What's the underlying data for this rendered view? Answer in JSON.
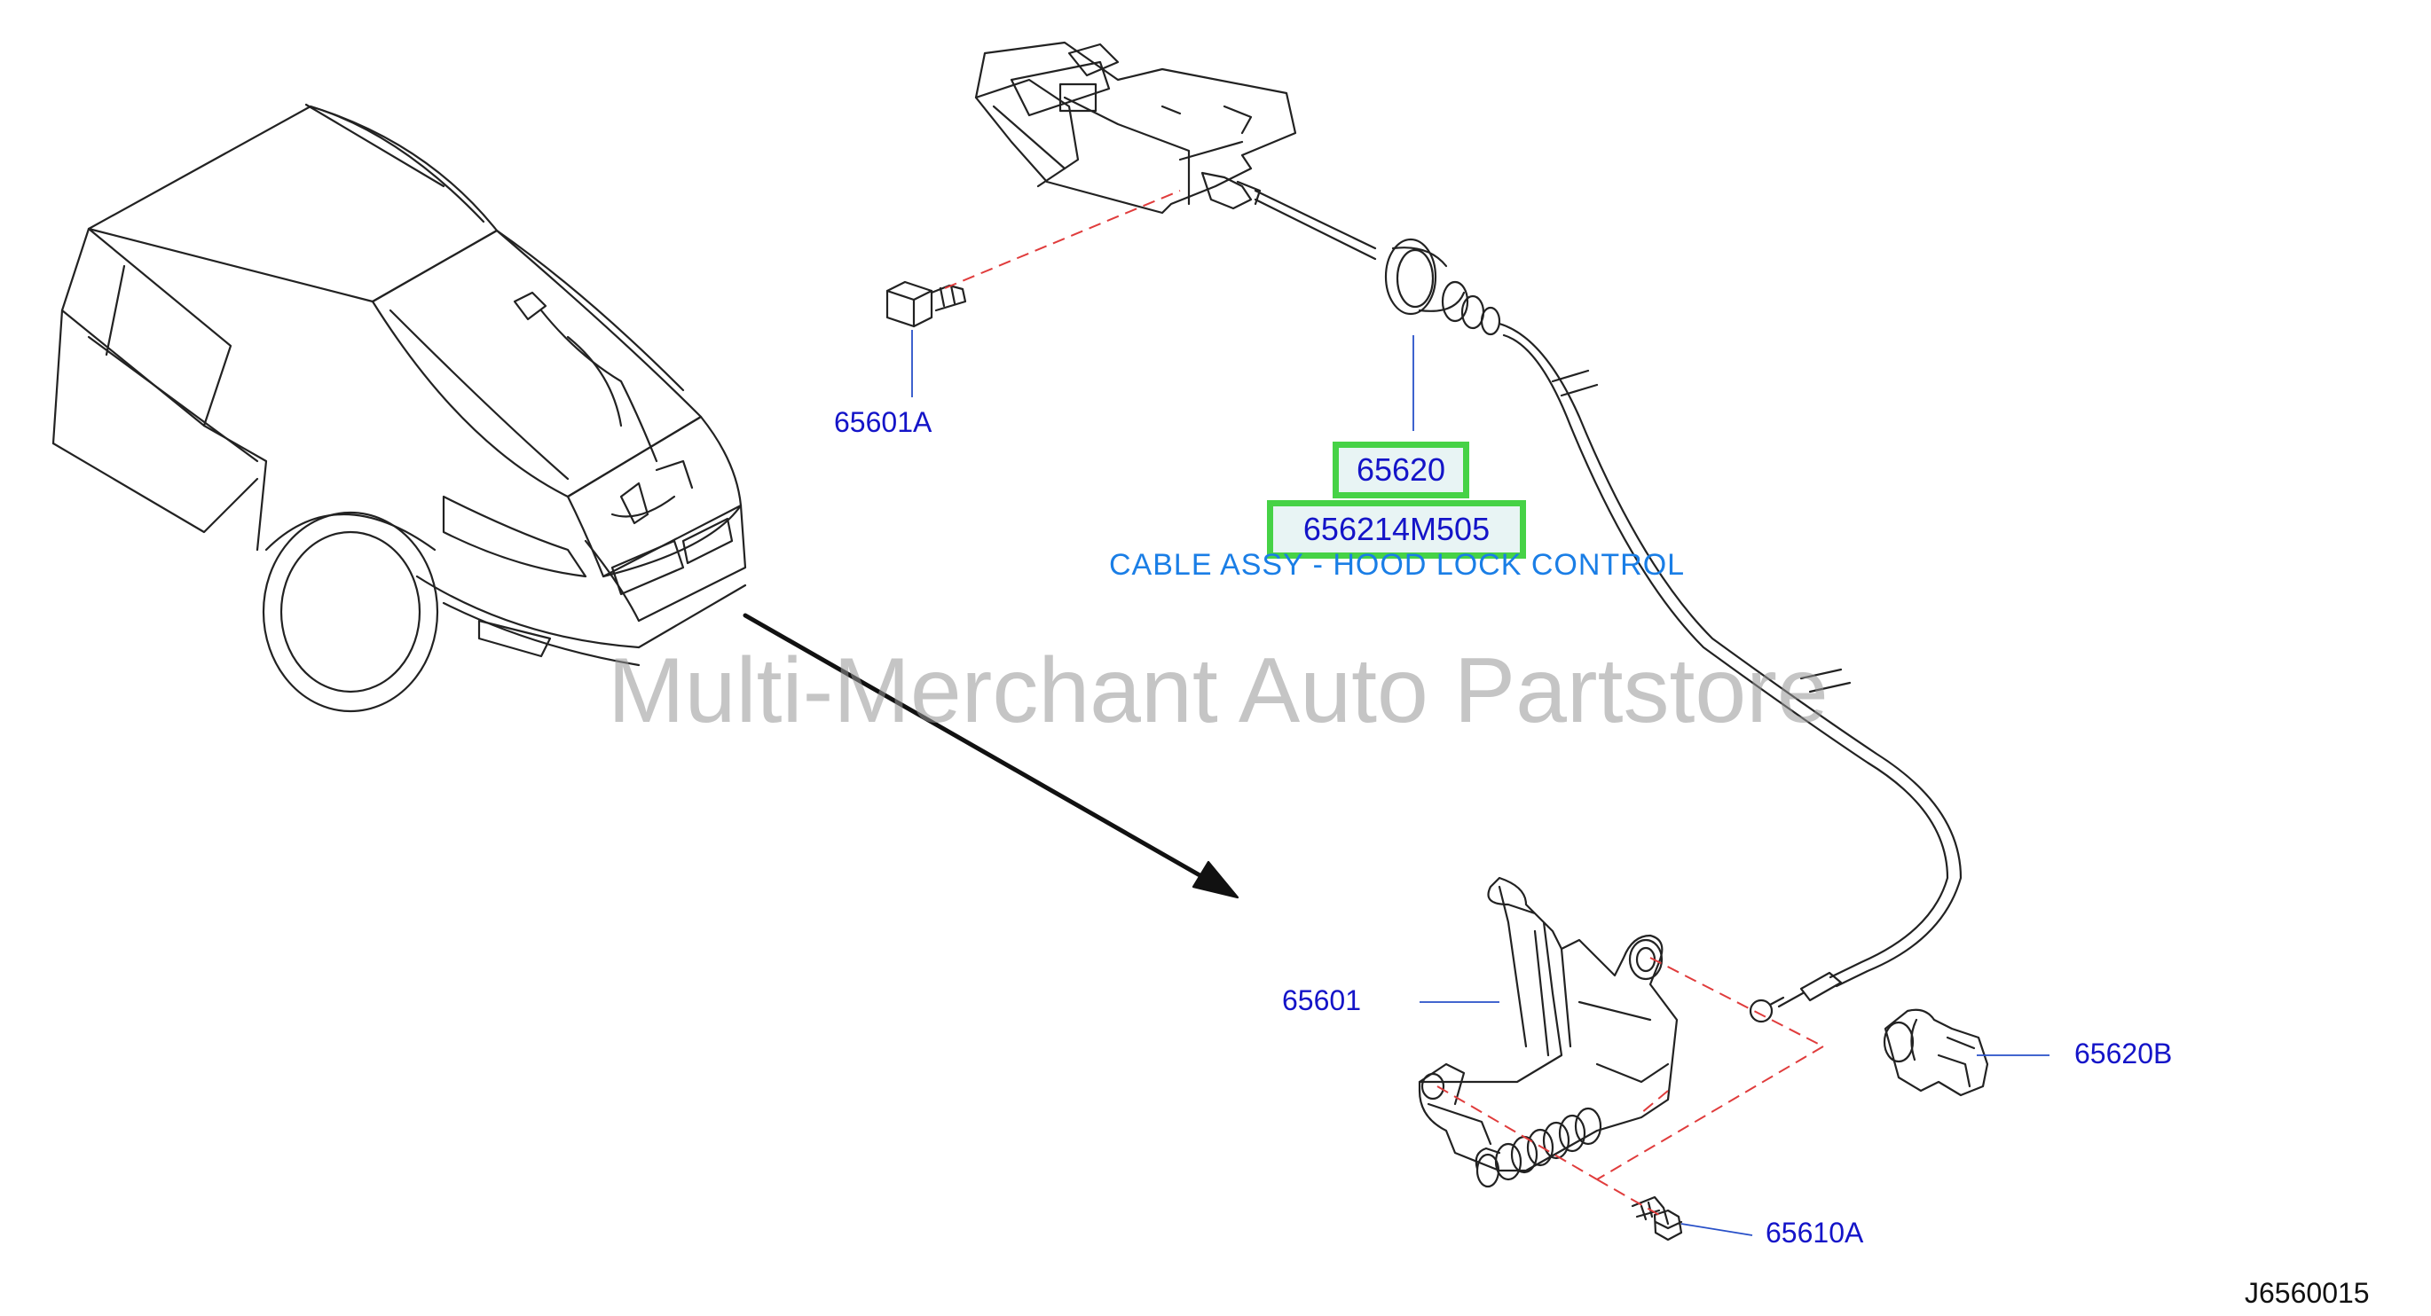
{
  "callouts": {
    "bolt_top": "65601A",
    "cable": "65620",
    "part_number": "656214M505",
    "description": "CABLE ASSY - HOOD LOCK CONTROL",
    "lock": "65601",
    "clip": "65620B",
    "bolt_bottom": "65610A"
  },
  "watermark": "Multi-Merchant Auto Partstore",
  "diagram_code": "J6560015",
  "colors": {
    "callout_text": "#1414c8",
    "description_text": "#1a7ee6",
    "highlight_border": "#46d246",
    "dashed_line": "#e03c3c"
  }
}
